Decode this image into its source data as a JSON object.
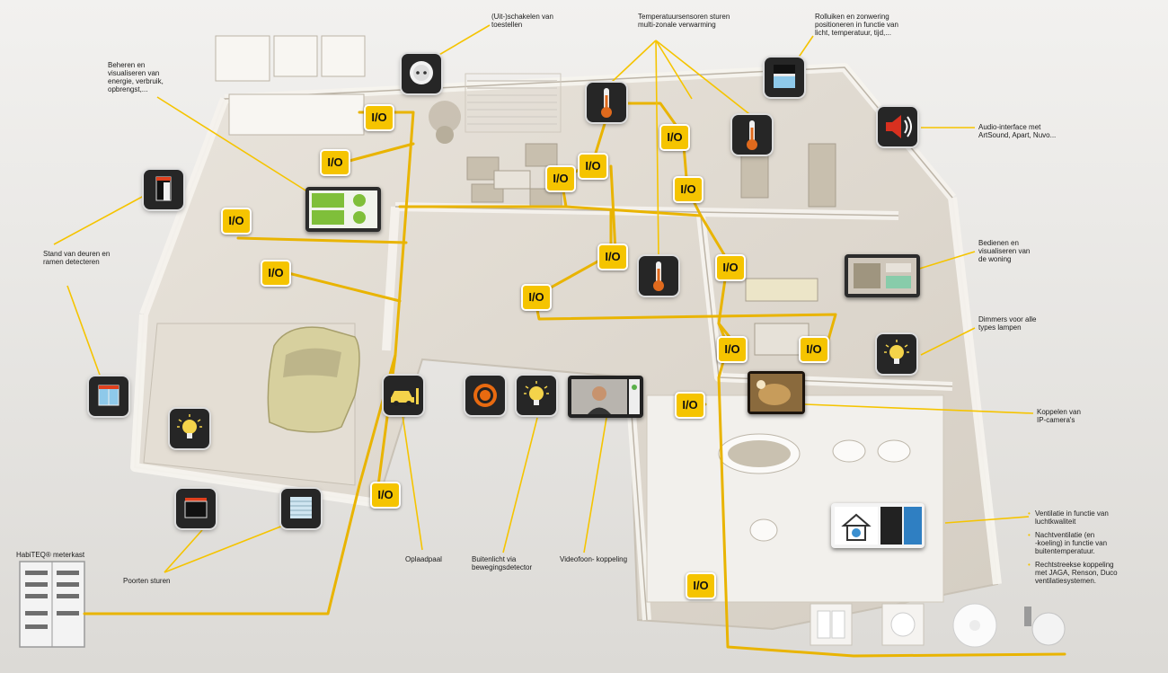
{
  "colors": {
    "wire": "#e9b400",
    "io_box": "#f5c400",
    "device": "#262626",
    "callout": "#f5c400"
  },
  "io_label": "I/O",
  "labels": {
    "switching": "(Uit-)schakelen van\ntoestellen",
    "temp_sensors": "Temperatuursensoren sturen\nmulti-zonale verwarming",
    "shutters": "Rolluiken en zonwering\npositioneren in functie van\nlicht, temperatuur, tijd,...",
    "energy": "Beheren en\nvisualiseren van\nenergie, verbruik,\nopbrengst,...",
    "audio": "Audio-interface met\nArtSound, Apart, Nuvo...",
    "doors": "Stand van deuren en\nramen detecteren",
    "control": "Bedienen en\nvisualiseren van\nde woning",
    "dimmers": "Dimmers voor alle\ntypes lampen",
    "ipcam": "Koppelen van\nIP-camera's",
    "meter_title": "HabiTEQ® meterkast",
    "gates": "Poorten sturen",
    "charging": "Oplaadpaal",
    "outdoor_light": "Buitenlicht via\nbewegingsdetector",
    "videophone": "Videofoon- koppeling"
  },
  "ventilation": [
    "Ventilatie in functie van\nluchtkwaliteit",
    "Nachtventilatie (en\n-koeling) in functie van\nbuitentemperatuur.",
    "Rechtstreekse koppeling\nmet JAGA, Renson, Duco\nventilatiesystemen."
  ],
  "icons": [
    "socket-icon",
    "thermometer-icon",
    "shutter-icon",
    "speaker-icon",
    "door-icon",
    "lightbulb-icon",
    "car-charger-icon",
    "motion-sensor-icon",
    "garage-door-icon",
    "electrical-cabinet-icon"
  ]
}
